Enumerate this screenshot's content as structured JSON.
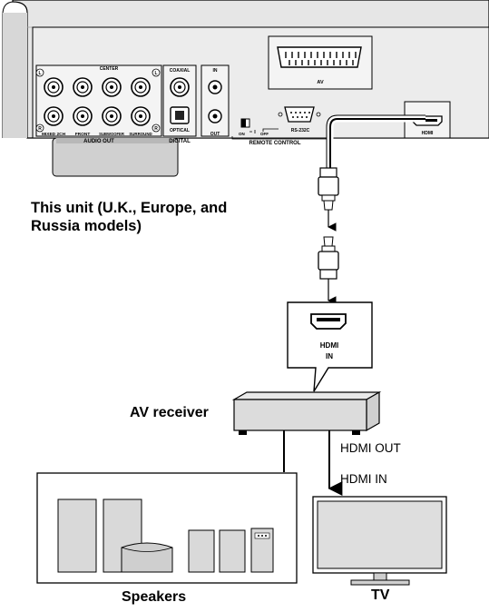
{
  "unit": {
    "caption_line1": "This unit (U.K., Europe, and",
    "caption_line2": "Russia models)",
    "panel": {
      "audio_out": {
        "group_label": "AUDIO OUT",
        "top_labels": [
          "CENTER"
        ],
        "bottom_labels": [
          "MIXED 2CH",
          "FRONT",
          "SUBWOOFER",
          "SURROUND"
        ],
        "side_markers": [
          "L",
          "R"
        ]
      },
      "digital": {
        "coaxial_label": "COAXIAL",
        "optical_label": "OPTICAL",
        "group_label": "DIGITAL"
      },
      "remote_control": {
        "in_label": "IN",
        "out_label": "OUT",
        "switch_on": "ON",
        "switch_off": "OFF",
        "rs232c_label": "RS-232C",
        "group_label": "REMOTE CONTROL"
      },
      "av_label": "AV",
      "hdmi_label": "HDMI"
    }
  },
  "receiver": {
    "label": "AV receiver",
    "hdmi_in_callout": [
      "HDMI",
      "IN"
    ]
  },
  "connections": {
    "receiver_to_tv_out": "HDMI OUT",
    "receiver_to_tv_in": "HDMI IN"
  },
  "speakers": {
    "label": "Speakers"
  },
  "tv": {
    "label": "TV"
  }
}
